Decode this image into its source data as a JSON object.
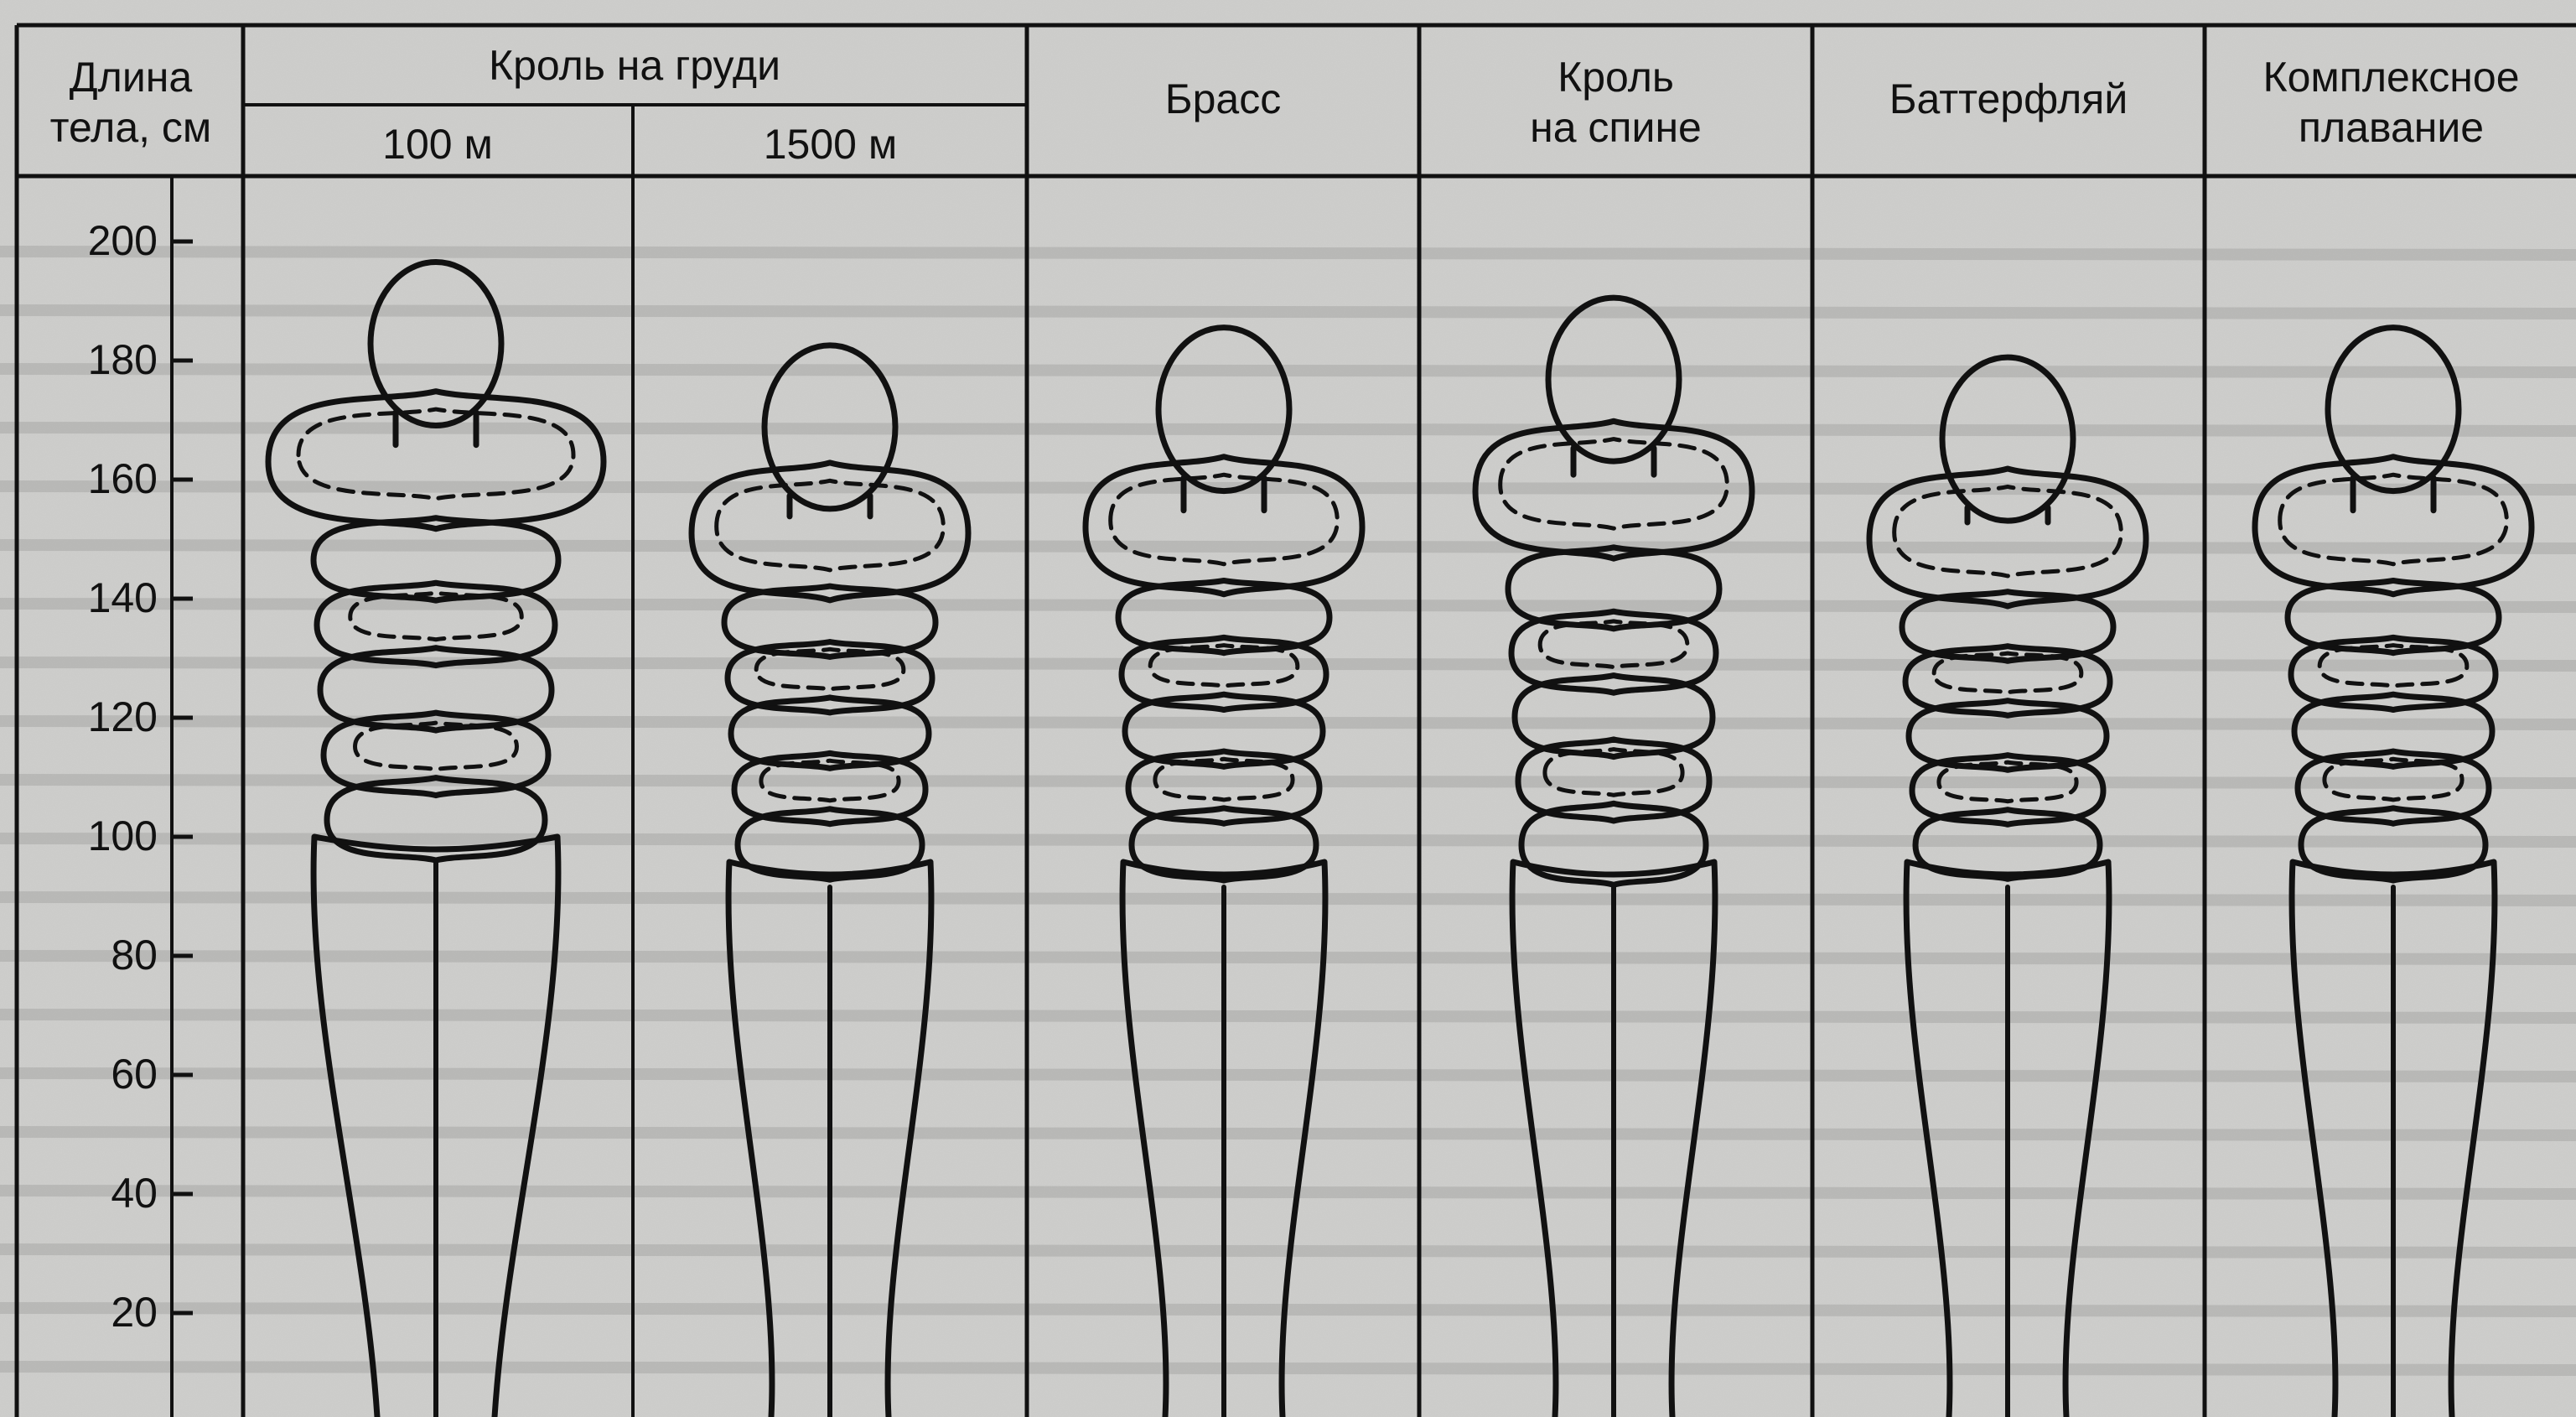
{
  "header": {
    "length_label": "Длина\nтела, см",
    "group_label": "Кроль на груди",
    "columns": [
      {
        "label": "100 м"
      },
      {
        "label": "1500 м"
      },
      {
        "label": "Брасс"
      },
      {
        "label": "Кроль\nна спине"
      },
      {
        "label": "Баттерфляй"
      },
      {
        "label": "Комплексное\nплавание"
      }
    ]
  },
  "axis": {
    "ticks": [
      "200",
      "180",
      "160",
      "140",
      "120",
      "100",
      "80",
      "60",
      "40",
      "20"
    ]
  },
  "figures": [
    {
      "name": "crawl-chest-100m",
      "height_cm": 196,
      "shoulders_cm": 163
    },
    {
      "name": "crawl-chest-1500m",
      "height_cm": 182,
      "shoulders_cm": 151
    },
    {
      "name": "breaststroke",
      "height_cm": 185,
      "shoulders_cm": 152
    },
    {
      "name": "backstroke",
      "height_cm": 190,
      "shoulders_cm": 158
    },
    {
      "name": "butterfly",
      "height_cm": 180,
      "shoulders_cm": 150
    },
    {
      "name": "medley",
      "height_cm": 185,
      "shoulders_cm": 152
    }
  ],
  "colors": {
    "paper": "#cfcfcd",
    "ink": "#111111",
    "bleed": "#9f9f9d"
  }
}
